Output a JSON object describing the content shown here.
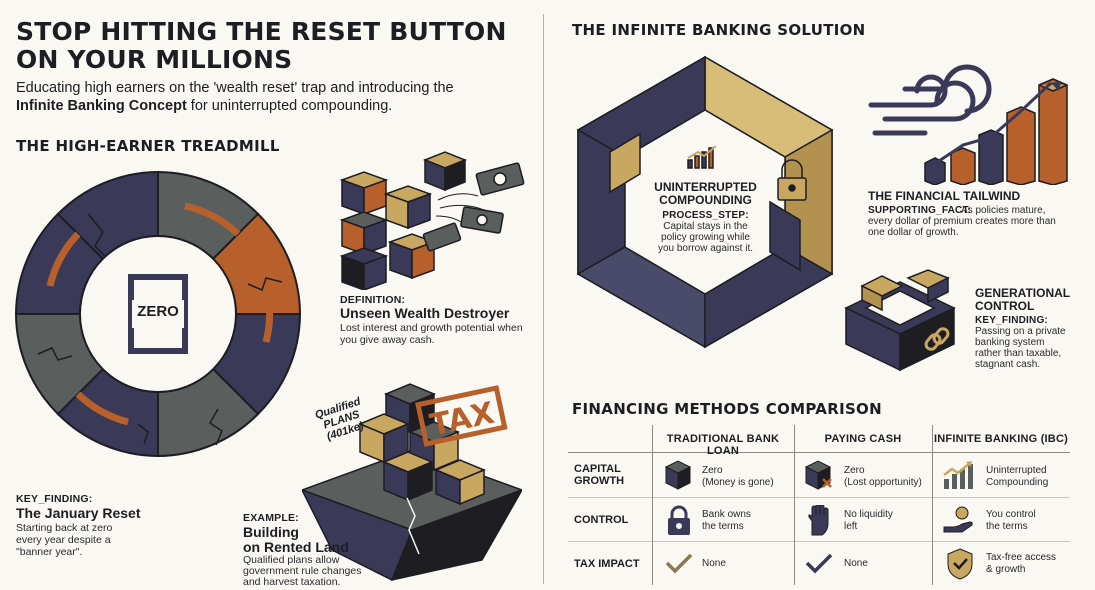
{
  "header": {
    "title_line1": "STOP HITTING THE RESET BUTTON",
    "title_line2": "ON YOUR MILLIONS",
    "subtitle_part1": "Educating high earners on the 'wealth reset' trap and introducing the",
    "subtitle_bold": "Infinite Banking Concept",
    "subtitle_part2": " for uninterrupted compounding."
  },
  "treadmill": {
    "heading": "THE HIGH-EARNER TREADMILL",
    "center_label": "ZERO",
    "definition_label": "DEFINITION:",
    "definition_title": "Unseen Wealth Destroyer",
    "definition_text_1": "Lost interest and growth potential when",
    "definition_text_2": "you give away cash.",
    "finding_label": "KEY_FINDING:",
    "finding_title": "The January Reset",
    "finding_text_1": "Starting back at zero",
    "finding_text_2": "every year despite a",
    "finding_text_3": "\"banner year\".",
    "example_label": "EXAMPLE:",
    "example_title_1": "Building",
    "example_title_2": "on Rented Land",
    "example_text_1": "Qualified plans allow",
    "example_text_2": "government rule changes",
    "example_text_3": "and harvest taxation.",
    "plans_label_1": "Qualified",
    "plans_label_2": "PLANS",
    "plans_label_3": "(401ke)",
    "tax_stamp": "TAX"
  },
  "solution": {
    "heading": "THE INFINITE BANKING SOLUTION",
    "center_title_1": "UNINTERRUPTED",
    "center_title_2": "COMPOUNDING",
    "center_label": "PROCESS_STEP:",
    "center_text_1": "Capital stays in the",
    "center_text_2": "policy growing while",
    "center_text_3": "you borrow against it.",
    "tailwind_title": "THE FINANCIAL TAILWIND",
    "tailwind_label": "SUPPORTING_FACT:",
    "tailwind_text_1": "As policies mature,",
    "tailwind_text_2": "every dollar of premium creates more than",
    "tailwind_text_3": "one dollar of growth.",
    "gen_title_1": "GENERATIONAL",
    "gen_title_2": "CONTROL",
    "gen_label": "KEY_FINDING:",
    "gen_text_1": "Passing on a private",
    "gen_text_2": "banking system",
    "gen_text_3": "rather than taxable,",
    "gen_text_4": "stagnant cash."
  },
  "comparison": {
    "heading": "FINANCING METHODS COMPARISON",
    "columns": [
      "TRADITIONAL BANK LOAN",
      "PAYING CASH",
      "INFINITE BANKING (IBC)"
    ],
    "rows": [
      {
        "label_1": "CAPITAL",
        "label_2": "GROWTH",
        "cells": [
          {
            "l1": "Zero",
            "l2": "(Money is gone)",
            "icon": "cube-icon"
          },
          {
            "l1": "Zero",
            "l2": "(Lost opportunity)",
            "icon": "cube-x-icon"
          },
          {
            "l1": "Uninterrupted",
            "l2": "Compounding",
            "icon": "growth-chart-icon"
          }
        ]
      },
      {
        "label_1": "CONTROL",
        "label_2": "",
        "cells": [
          {
            "l1": "Bank owns",
            "l2": "the terms",
            "icon": "padlock-icon"
          },
          {
            "l1": "No liquidity",
            "l2": "left",
            "icon": "stop-hand-icon"
          },
          {
            "l1": "You control",
            "l2": "the terms",
            "icon": "hand-coin-icon"
          }
        ]
      },
      {
        "label_1": "TAX IMPACT",
        "label_2": "",
        "cells": [
          {
            "l1": "None",
            "l2": "",
            "icon": "checkmark-icon"
          },
          {
            "l1": "None",
            "l2": "",
            "icon": "checkmark-icon"
          },
          {
            "l1": "Tax-free access",
            "l2": "& growth",
            "icon": "shield-check-icon"
          }
        ]
      }
    ]
  },
  "colors": {
    "navy": "#3a3a58",
    "orange": "#b8602c",
    "gold": "#c8a860",
    "gray": "#5a5e5c",
    "dark": "#1d1d22"
  }
}
